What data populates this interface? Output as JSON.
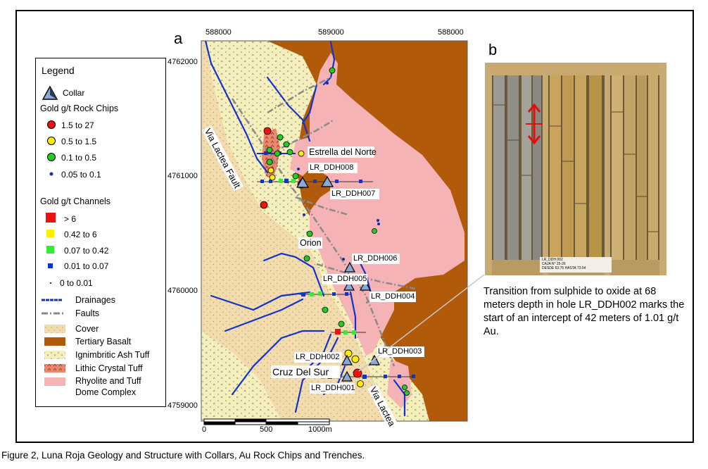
{
  "caption": "Figure 2, Luna Roja Geology and Structure with Collars, Au Rock Chips and Trenches.",
  "panel_a": "a",
  "panel_b": "b",
  "legend": {
    "title": "Legend",
    "collar": "Collar",
    "rock_chips_title": "Gold g/t Rock Chips",
    "rock_chips": [
      "1.5 to 27",
      "0.5 to 1.5",
      "0.1 to 0.5",
      "0.05 to 0.1"
    ],
    "channels_title": "Gold g/t Channels",
    "channels": [
      "> 6",
      "0.42 to 6",
      "0.07 to 0.42",
      "0.01 to 0.07",
      "0 to 0.01"
    ],
    "drainages": "Drainages",
    "faults": "Faults",
    "cover": "Cover",
    "tertiary_basalt": "Tertiary Basalt",
    "ignimbritic": "Ignimbritic Ash Tuff",
    "lithic": "Lithic Crystal Tuff",
    "rhyolite": "Rhyolite and Tuff",
    "rhyolite2": "Dome Complex",
    "colors": {
      "rock_high": "#ee1111",
      "rock_mid": "#ffee00",
      "rock_low": "#22cc22",
      "rock_min": "#1a2aa8",
      "basalt": "#b05a0a",
      "rhyolite": "#f5b3b6",
      "cover": "#f2dcae",
      "lithic": "#e8896e",
      "drainage": "#1133cc",
      "fault": "#888888"
    }
  },
  "map": {
    "x_ticks": [
      "588000",
      "589000",
      "588000"
    ],
    "y_ticks": [
      "4762000",
      "4761000",
      "4760000",
      "4759000"
    ],
    "labels": {
      "via_lactea_fault": "Via Lactea Fault",
      "via_lactea": "Via Lactea",
      "estrella": "Estrella del Norte",
      "orion": "Orion",
      "cruz": "Cruz Del Sur",
      "ddh008": "LR_DDH008",
      "ddh007": "LR_DDH007",
      "ddh006": "LR_DDH006",
      "ddh005": "LR_DDH005",
      "ddh004": "LR_DDH004",
      "ddh003": "LR_DDH003",
      "ddh002": "LR_DDH002",
      "ddh001": "LR_DDH001"
    },
    "scale": [
      "0",
      "500",
      "1000m"
    ]
  },
  "photo": {
    "label_line1": "LR_DDH 002",
    "label_line2": "CAJA N° 25-26",
    "label_line3": "DESDE 63.75  HASTA 73.54"
  },
  "photo_caption": "Transition from sulphide to oxide at 68 meters depth in hole LR_DDH002 marks the start of an intercept of 42 meters of 1.01 g/t Au."
}
